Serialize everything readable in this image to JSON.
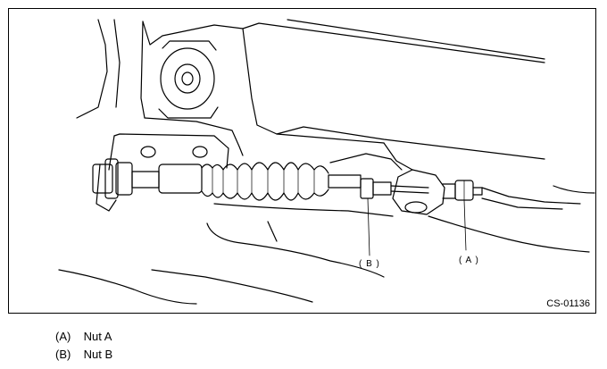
{
  "figure": {
    "code": "CS-01136",
    "callouts": {
      "a": "( A )",
      "b": "( B )"
    }
  },
  "legend": [
    {
      "key": "(A)",
      "text": "Nut A"
    },
    {
      "key": "(B)",
      "text": "Nut B"
    }
  ]
}
